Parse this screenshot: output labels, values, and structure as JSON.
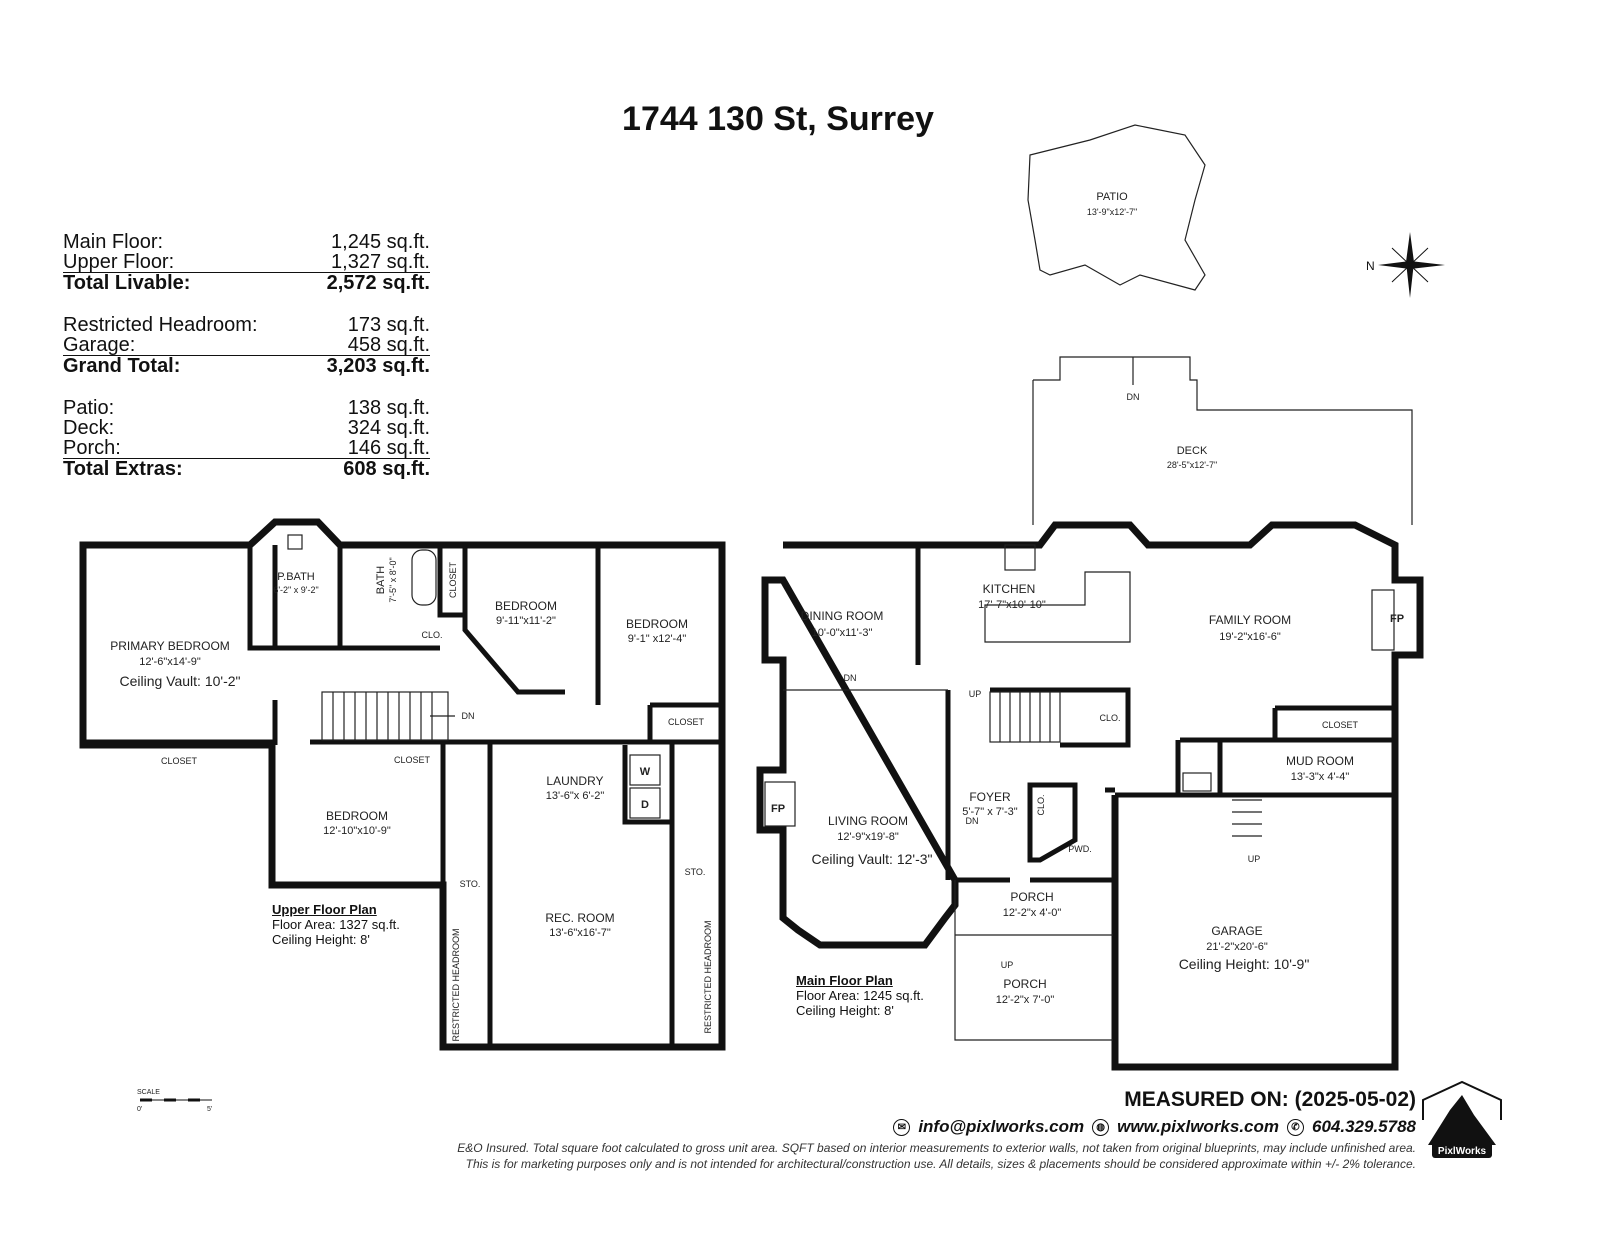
{
  "title": "1744 130 St, Surrey",
  "stats": {
    "groups": [
      [
        {
          "label": "Main Floor:",
          "value": "1,245 sq.ft."
        },
        {
          "label": "Upper Floor:",
          "value": "1,327 sq.ft."
        },
        {
          "label": "Total Livable:",
          "value": "2,572 sq.ft.",
          "total": true
        }
      ],
      [
        {
          "label": "Restricted Headroom:",
          "value": "173 sq.ft."
        },
        {
          "label": "Garage:",
          "value": "458 sq.ft."
        },
        {
          "label": "Grand Total:",
          "value": "3,203 sq.ft.",
          "total": true
        }
      ],
      [
        {
          "label": "Patio:",
          "value": "138 sq.ft."
        },
        {
          "label": "Deck:",
          "value": "324 sq.ft."
        },
        {
          "label": "Porch:",
          "value": "146 sq.ft."
        },
        {
          "label": "Total Extras:",
          "value": "608 sq.ft.",
          "total": true
        }
      ]
    ]
  },
  "compass": {
    "label": "N"
  },
  "upper": {
    "heading": "Upper Floor Plan",
    "area": "Floor Area: 1327 sq.ft.",
    "height": "Ceiling Height: 8'",
    "rooms": {
      "primary": {
        "name": "PRIMARY BEDROOM",
        "dims": "12'-6\"x14'-9\"",
        "extra": "Ceiling Vault: 10'-2\""
      },
      "pbath": {
        "name": "P.BATH",
        "dims": "6'-2\" x 9'-2\""
      },
      "bath": {
        "name": "BATH",
        "dims": "7'-5\" x 8'-0\""
      },
      "bed2": {
        "name": "BEDROOM",
        "dims": "9'-11\"x11'-2\""
      },
      "bed3": {
        "name": "BEDROOM",
        "dims": "9'-1\" x12'-4\""
      },
      "bed4": {
        "name": "BEDROOM",
        "dims": "12'-10\"x10'-9\""
      },
      "laundry": {
        "name": "LAUNDRY",
        "dims": "13'-6\"x 6'-2\""
      },
      "rec": {
        "name": "REC. ROOM",
        "dims": "13'-6\"x16'-7\""
      }
    },
    "labels": {
      "closet": "CLOSET",
      "clo": "CLO.",
      "sto": "STO.",
      "restricted": "RESTRICTED HEADROOM",
      "dn": "DN",
      "washer": "W",
      "dryer": "D"
    }
  },
  "main": {
    "heading": "Main Floor Plan",
    "area": "Floor Area: 1245 sq.ft.",
    "height": "Ceiling Height: 8'",
    "rooms": {
      "patio": {
        "name": "PATIO",
        "dims": "13'-9\"x12'-7\""
      },
      "deck": {
        "name": "DECK",
        "dims": "28'-5\"x12'-7\""
      },
      "dining": {
        "name": "DINING ROOM",
        "dims": "10'-0\"x11'-3\""
      },
      "kitchen": {
        "name": "KITCHEN",
        "dims": "17'-7\"x10'-10\""
      },
      "family": {
        "name": "FAMILY ROOM",
        "dims": "19'-2\"x16'-6\""
      },
      "living": {
        "name": "LIVING ROOM",
        "dims": "12'-9\"x19'-8\"",
        "extra": "Ceiling Vault: 12'-3\""
      },
      "foyer": {
        "name": "FOYER",
        "dims": "5'-7\" x 7'-3\""
      },
      "mud": {
        "name": "MUD ROOM",
        "dims": "13'-3\"x 4'-4\""
      },
      "pwd": {
        "name": "PWD."
      },
      "porch1": {
        "name": "PORCH",
        "dims": "12'-2\"x 4'-0\""
      },
      "porch2": {
        "name": "PORCH",
        "dims": "12'-2\"x 7'-0\""
      },
      "garage": {
        "name": "GARAGE",
        "dims": "21'-2\"x20'-6\"",
        "extra": "Ceiling Height: 10'-9\""
      }
    },
    "labels": {
      "fp": "FP",
      "dn": "DN",
      "up": "UP",
      "clo": "CLO.",
      "closet": "CLOSET"
    }
  },
  "scale": {
    "label": "SCALE",
    "min": "0'",
    "max": "5'"
  },
  "footer": {
    "measured": "MEASURED ON: (2025-05-02)",
    "email": "info@pixlworks.com",
    "web": "www.pixlworks.com",
    "phone": "604.329.5788",
    "disclaimer1": "E&O Insured.  Total square foot calculated to gross unit area. SQFT based on interior measurements to exterior walls, not taken from original blueprints, may include unfinished area.",
    "disclaimer2": "This is for marketing purposes only and is not intended for architectural/construction use.  All details, sizes & placements should be considered approximate within +/- 2%  tolerance.",
    "logo": "PixlWorks"
  }
}
